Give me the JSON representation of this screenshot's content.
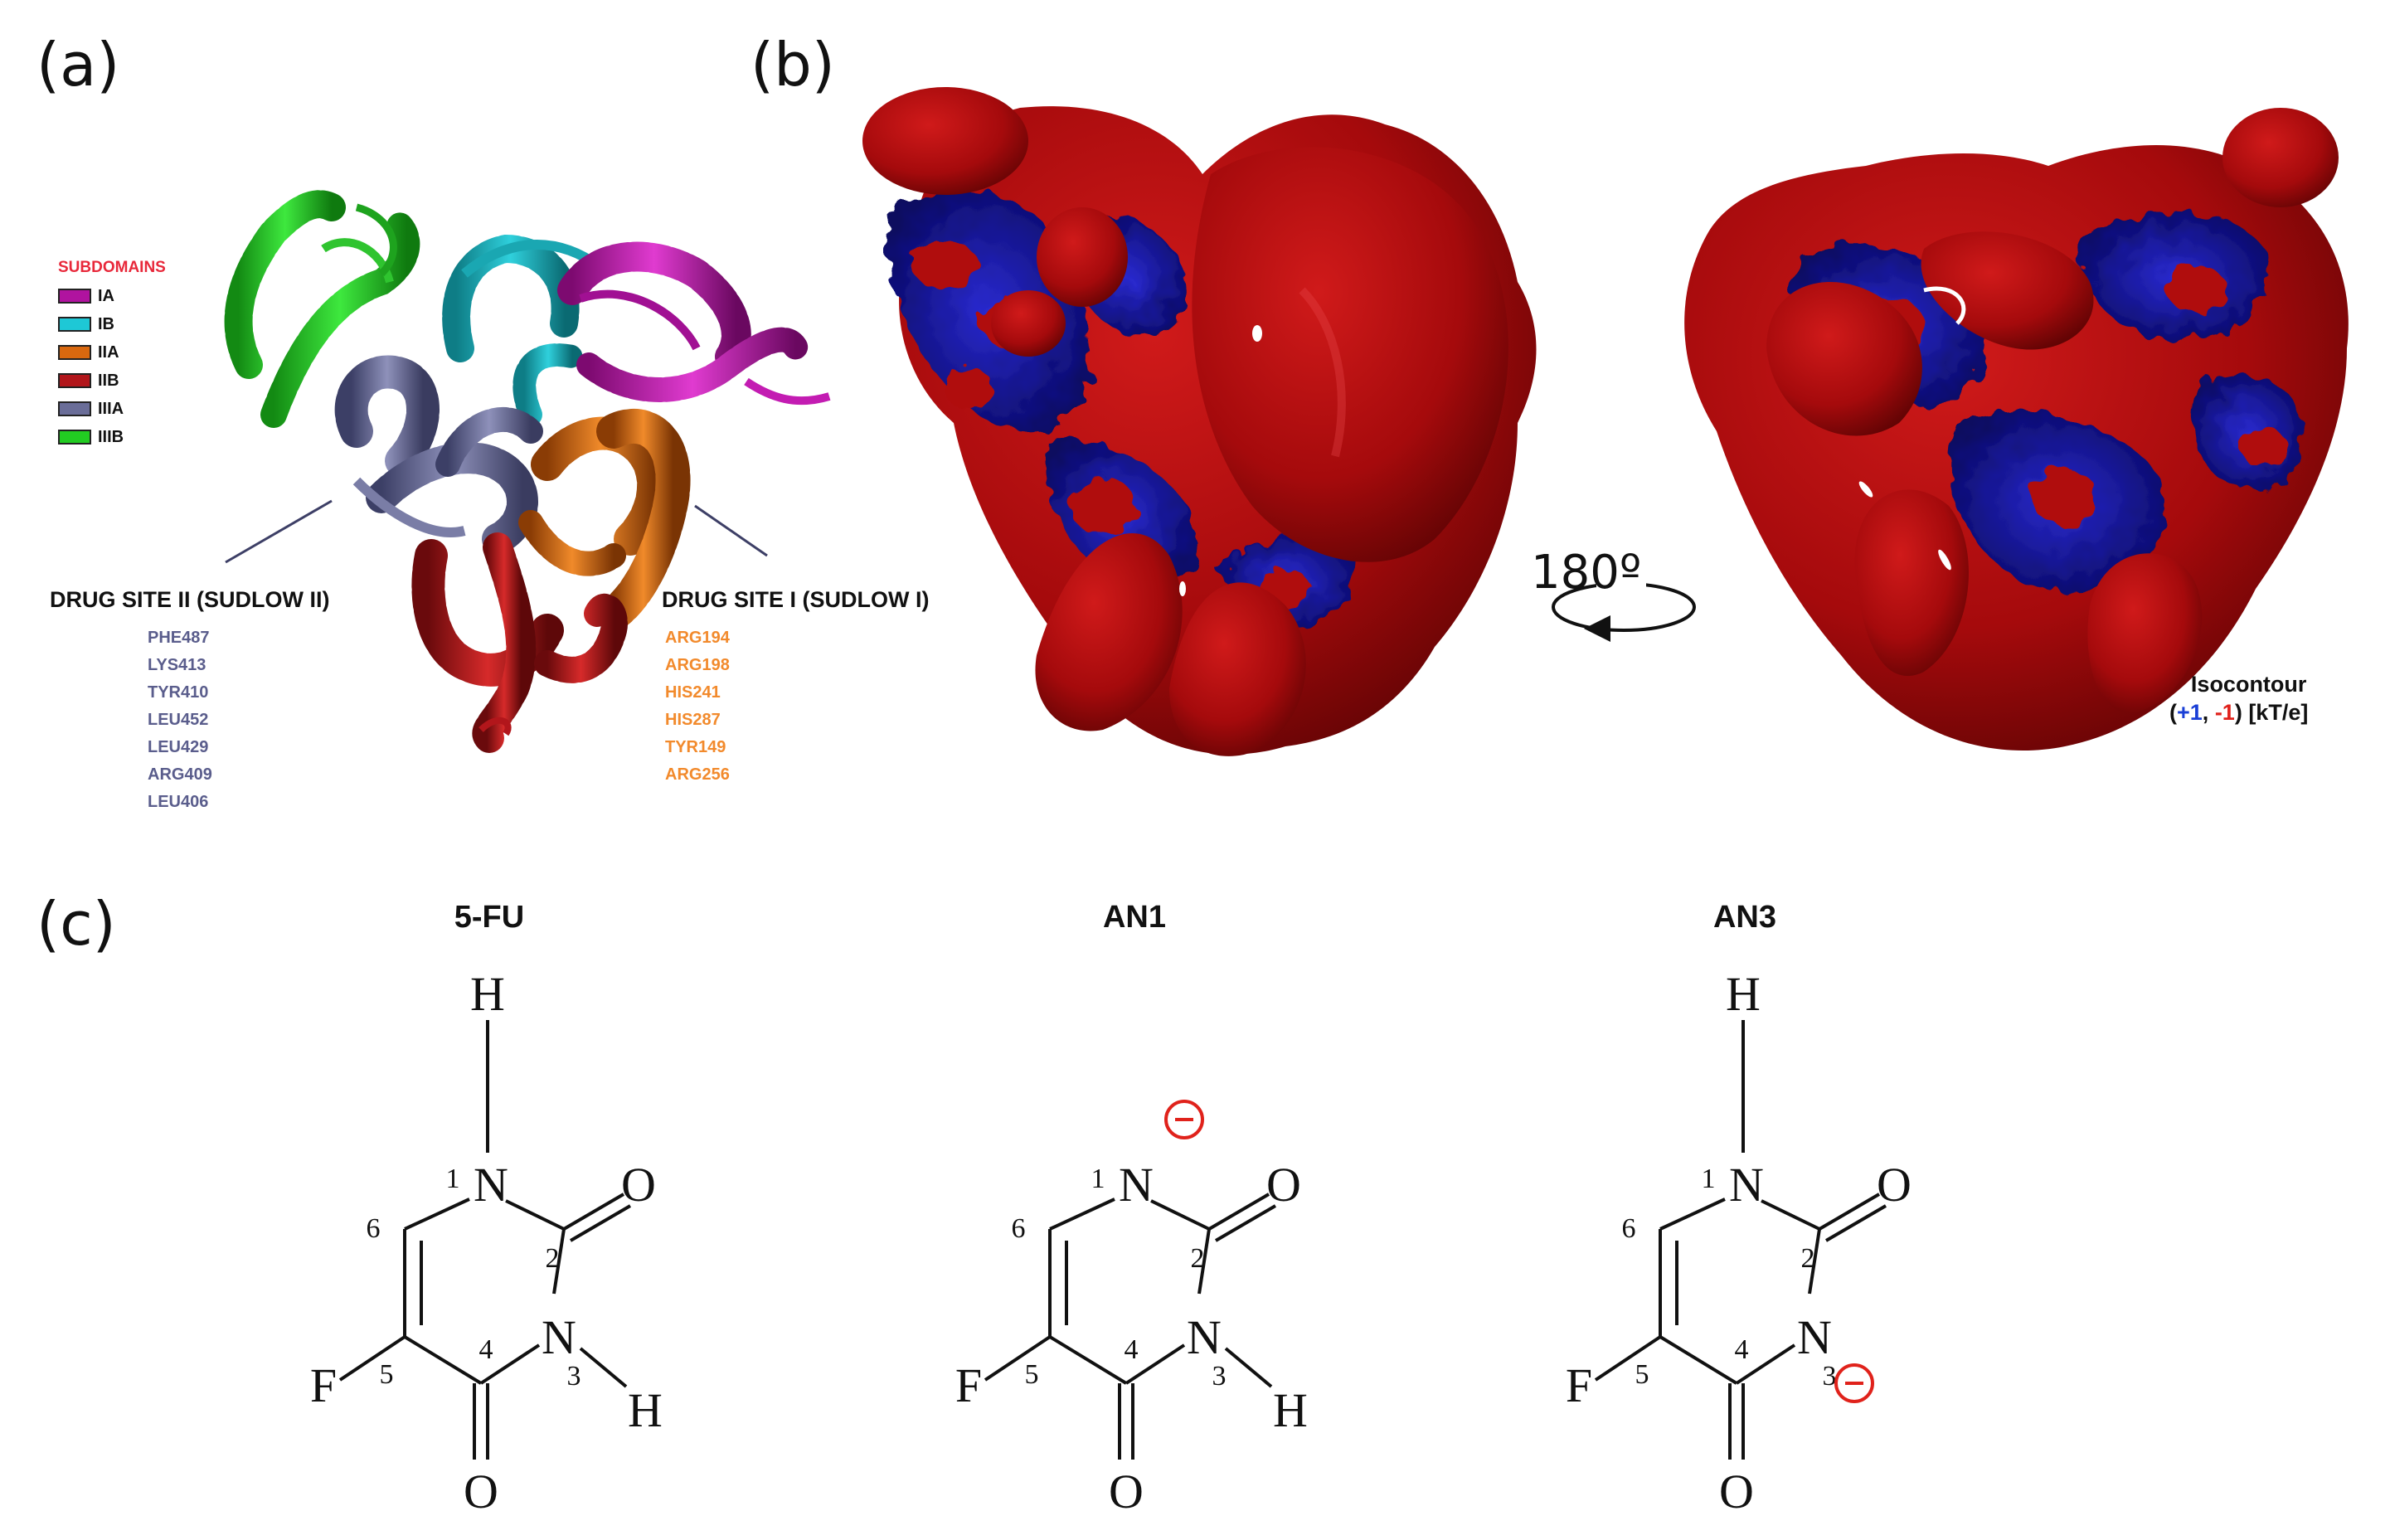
{
  "panels": {
    "a": "(a)",
    "b": "(b)",
    "c": "(c)"
  },
  "subdomains": {
    "title": "SUBDOMAINS",
    "title_color": "#e8283a",
    "items": [
      {
        "label": "IA",
        "color": "#b0139f"
      },
      {
        "label": "IB",
        "color": "#1ec8d6"
      },
      {
        "label": "IIA",
        "color": "#d9680f"
      },
      {
        "label": "IIB",
        "color": "#b2161b"
      },
      {
        "label": "IIIA",
        "color": "#6a6d98"
      },
      {
        "label": "IIIB",
        "color": "#22cc22"
      }
    ]
  },
  "site2": {
    "title": "DRUG SITE II (SUDLOW II)",
    "color": "#5a5d8c",
    "residues": [
      "PHE487",
      "LYS413",
      "TYR410",
      "LEU452",
      "LEU429",
      "ARG409",
      "LEU406"
    ]
  },
  "site1": {
    "title": "DRUG SITE I (SUDLOW I)",
    "color": "#f28a2c",
    "residues": [
      "ARG194",
      "ARG198",
      "HIS241",
      "HIS287",
      "TYR149",
      "ARG256"
    ]
  },
  "rotation": "180º",
  "isocontour": {
    "title": "Isocontour",
    "open": "(",
    "plus": "+1",
    "sep": ", ",
    "minus": "-1",
    "close": ") [kT/e]",
    "plus_color": "#1a3fd6",
    "minus_color": "#e0221b"
  },
  "molecules": [
    {
      "name": "5-FU",
      "charge_pos": null,
      "atoms": {
        "N1": "N",
        "N3": "N",
        "H1": "H",
        "H3": "H",
        "O2": "O",
        "O4": "O",
        "F": "F"
      },
      "numbers": [
        "1",
        "2",
        "3",
        "4",
        "5",
        "6"
      ]
    },
    {
      "name": "AN1",
      "charge_pos": "N1",
      "atoms": {
        "N1": "N",
        "N3": "N",
        "H1": "",
        "H3": "H",
        "O2": "O",
        "O4": "O",
        "F": "F"
      },
      "numbers": [
        "1",
        "2",
        "3",
        "4",
        "5",
        "6"
      ]
    },
    {
      "name": "AN3",
      "charge_pos": "N3",
      "atoms": {
        "N1": "N",
        "N3": "N",
        "H1": "H",
        "H3": "",
        "O2": "O",
        "O4": "O",
        "F": "F"
      },
      "numbers": [
        "1",
        "2",
        "3",
        "4",
        "5",
        "6"
      ]
    }
  ],
  "charge_color": "#e0221b"
}
